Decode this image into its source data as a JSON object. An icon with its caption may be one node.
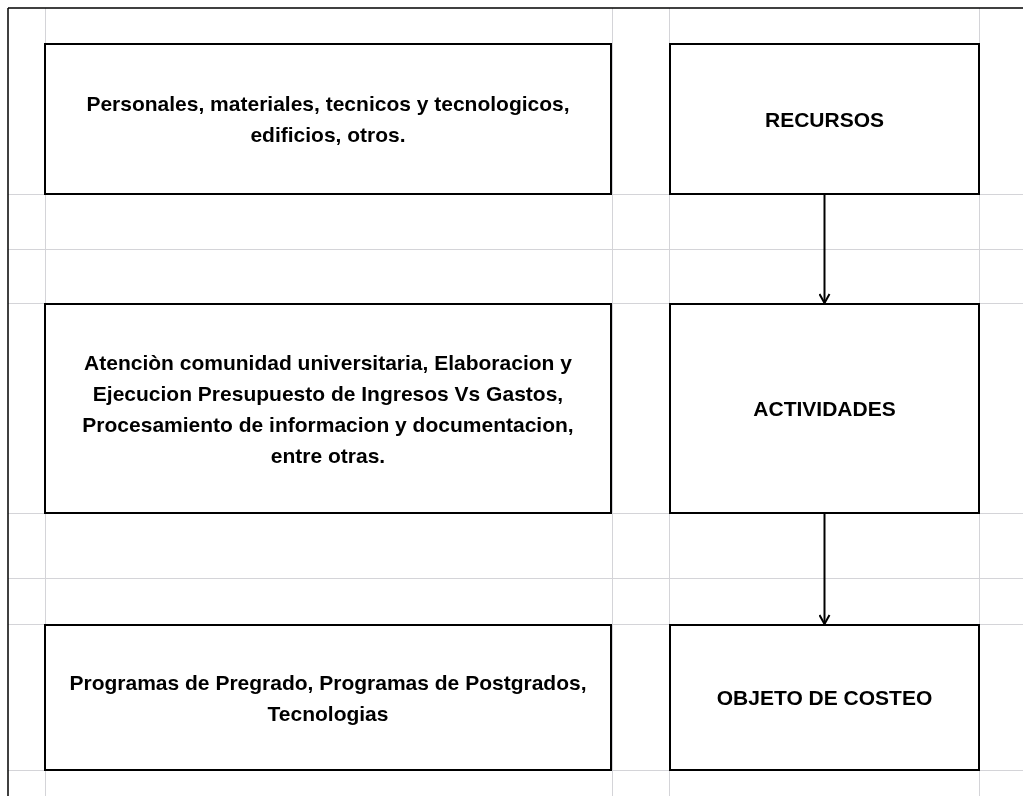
{
  "diagram": {
    "nodes": [
      {
        "text": [
          "Personales, materiales, tecnicos y tecnologicos, edificios, otros."
        ]
      },
      {
        "text": [
          "RECURSOS"
        ]
      },
      {
        "text": [
          "Atenciòn comunidad universitaria, Elaboracion y Ejecucion Presupuesto de Ingresos Vs Gastos, Procesamiento de informacion y documentacion, entre otras."
        ]
      },
      {
        "text": [
          "ACTIVIDADES"
        ]
      },
      {
        "text": [
          "Programas de Pregrado, Programas de Postgrados, Tecnologias"
        ]
      },
      {
        "text": [
          "OBJETO DE COSTEO"
        ]
      }
    ],
    "edges": [
      {
        "from": 1,
        "to": 3,
        "arrow": "to"
      },
      {
        "from": 3,
        "to": 5,
        "arrow": "to"
      }
    ]
  }
}
